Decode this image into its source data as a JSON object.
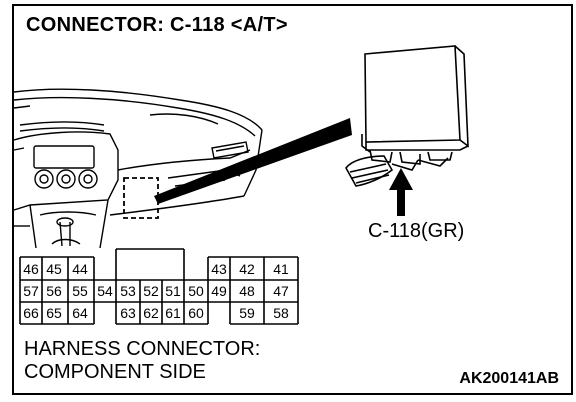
{
  "title": "CONNECTOR: C-118 <A/T>",
  "connector_label": "C-118(GR)",
  "description_line1": "HARNESS CONNECTOR:",
  "description_line2": "COMPONENT SIDE",
  "figure_code": "AK200141AB",
  "pins": {
    "row1_left": [
      "46",
      "45",
      "44"
    ],
    "row1_right": [
      "43",
      "42",
      "41"
    ],
    "row2_left": [
      "57",
      "56",
      "55",
      "54"
    ],
    "row2_middle": [
      "53",
      "52",
      "51",
      "50"
    ],
    "row2_right": [
      "49",
      "48",
      "47"
    ],
    "row3_left": [
      "66",
      "65",
      "64"
    ],
    "row3_middle": [
      "63",
      "62",
      "61",
      "60"
    ],
    "row3_right": [
      "59",
      "58"
    ]
  }
}
